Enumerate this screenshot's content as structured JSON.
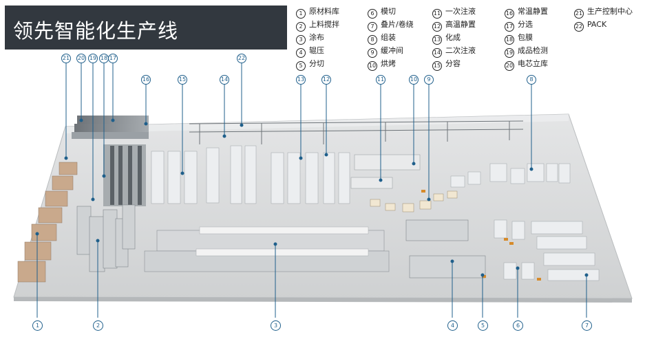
{
  "title": "领先智能化生产线",
  "legend": [
    {
      "num": "1",
      "label": "原材料库"
    },
    {
      "num": "2",
      "label": "上料搅拌"
    },
    {
      "num": "3",
      "label": "涂布"
    },
    {
      "num": "4",
      "label": "辊压"
    },
    {
      "num": "5",
      "label": "分切"
    },
    {
      "num": "6",
      "label": "模切"
    },
    {
      "num": "7",
      "label": "叠片/卷绕"
    },
    {
      "num": "8",
      "label": "组装"
    },
    {
      "num": "9",
      "label": "缓冲间"
    },
    {
      "num": "10",
      "label": "烘烤"
    },
    {
      "num": "11",
      "label": "一次注液"
    },
    {
      "num": "12",
      "label": "高温静置"
    },
    {
      "num": "13",
      "label": "化成"
    },
    {
      "num": "14",
      "label": "二次注液"
    },
    {
      "num": "15",
      "label": "分容"
    },
    {
      "num": "16",
      "label": "常温静置"
    },
    {
      "num": "17",
      "label": "分选"
    },
    {
      "num": "18",
      "label": "包膜"
    },
    {
      "num": "19",
      "label": "成品检测"
    },
    {
      "num": "20",
      "label": "电芯立库"
    },
    {
      "num": "21",
      "label": "生产控制中心"
    },
    {
      "num": "22",
      "label": "PACK"
    }
  ],
  "top_callouts": [
    "21",
    "20",
    "19",
    "18",
    "17",
    "22",
    "16",
    "15",
    "14",
    "13",
    "12",
    "11",
    "10",
    "9",
    "8"
  ],
  "bottom_callouts": [
    "1",
    "2",
    "3",
    "4",
    "5",
    "6",
    "7"
  ],
  "colors": {
    "title_bg": "#32383f",
    "title_text": "#ffffff",
    "callout": "#1f5f8b",
    "floor": "#d9dadb",
    "machine": "#eceef0"
  }
}
